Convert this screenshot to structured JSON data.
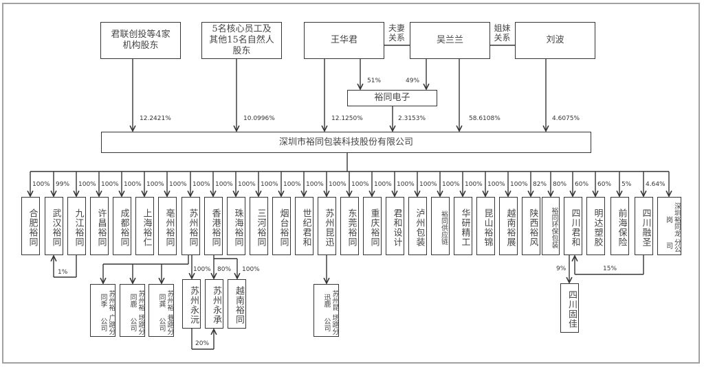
{
  "shareholders": [
    {
      "name": "君联创投等4家\n机构股东",
      "pct": "12.2421%"
    },
    {
      "name": "5名核心员工及\n其他15名自然人\n股东",
      "pct": "10.0996%"
    },
    {
      "name": "王华君",
      "pct": "12.1250%"
    },
    {
      "name": "吴兰兰",
      "pct": "58.6108%"
    },
    {
      "name": "刘波",
      "pct": "4.6075%"
    }
  ],
  "relations": [
    {
      "label": "夫妻\n关系",
      "between": [
        "王华君",
        "吴兰兰"
      ]
    },
    {
      "label": "姐妹\n关系",
      "between": [
        "吴兰兰",
        "刘波"
      ]
    }
  ],
  "intermediate": {
    "name": "裕同电子",
    "owners": [
      {
        "name": "王华君",
        "pct": "51%"
      },
      {
        "name": "吴兰兰",
        "pct": "49%"
      }
    ],
    "pct_to_main": "2.3153%"
  },
  "main_company": "深圳市裕同包装科技股份有限公司",
  "subsidiaries": [
    {
      "name": "合肥裕同",
      "pct": "100%"
    },
    {
      "name": "武汉裕同",
      "pct": "99%"
    },
    {
      "name": "九江裕同",
      "pct": "100%"
    },
    {
      "name": "许昌裕同",
      "pct": "100%"
    },
    {
      "name": "成都裕同",
      "pct": "100%"
    },
    {
      "name": "上海裕仁",
      "pct": "100%"
    },
    {
      "name": "亳州裕同",
      "pct": "100%"
    },
    {
      "name": "苏州裕同",
      "pct": "100%"
    },
    {
      "name": "香港裕同",
      "pct": "100%"
    },
    {
      "name": "珠海裕同",
      "pct": "100%"
    },
    {
      "name": "三河裕同",
      "pct": "100%"
    },
    {
      "name": "烟台裕同",
      "pct": "100%"
    },
    {
      "name": "世纪君和",
      "pct": "100%"
    },
    {
      "name": "苏州昆迅",
      "pct": "100%"
    },
    {
      "name": "东莞裕同",
      "pct": "100%"
    },
    {
      "name": "重庆裕同",
      "pct": "100%"
    },
    {
      "name": "君和设计",
      "pct": "100%"
    },
    {
      "name": "泸州包装",
      "pct": "100%"
    },
    {
      "name": "裕同供应链",
      "pct": "100%"
    },
    {
      "name": "华研精工",
      "pct": "100%"
    },
    {
      "name": "昆山裕锦",
      "pct": "100%"
    },
    {
      "name": "越南裕展",
      "pct": "100%"
    },
    {
      "name": "陕西裕风",
      "pct": "82%"
    },
    {
      "name": "裕同环保包装",
      "pct": "80%"
    },
    {
      "name": "四川君和",
      "pct": "60%"
    },
    {
      "name": "明达塑胶",
      "pct": "60%"
    },
    {
      "name": "前海保险",
      "pct": "5%"
    },
    {
      "name": "四川融圣",
      "pct": "4.64%"
    },
    {
      "name": "深圳裕同龙岗分公司",
      "pct": ""
    }
  ],
  "cross_holdings": [
    {
      "from": "九江裕同",
      "to": "武汉裕同",
      "pct": "1%"
    },
    {
      "from": "苏州永沅",
      "to": "苏州永承",
      "pct": "20%"
    },
    {
      "from": "四川融圣",
      "to": "四川君和",
      "pct": "15%"
    }
  ],
  "second_level": {
    "suzhou_branches": [
      "苏州裕同季广路分公司",
      "苏州裕同鹿场路分公司",
      "苏州裕同龚巷路分公司"
    ],
    "suzhou_yongyuan": {
      "name": "苏州永沅",
      "parent": "苏州裕同",
      "pct": "100%"
    },
    "suzhou_yongcheng": {
      "name": "苏州永承",
      "parent": "香港裕同",
      "pct": "80%"
    },
    "vietnam_yutong": {
      "name": "越南裕同",
      "parent": "香港裕同",
      "pct": "100%"
    },
    "kunxun_branch": {
      "name": "苏州昆迅鹿场路分公司",
      "parent": "苏州昆迅"
    },
    "sichuan_gujia": {
      "name": "四川固佳",
      "parent": "四川君和",
      "pct": "9%"
    }
  },
  "box_text": {
    "suzhou_branch_cols": [
      [
        "苏州裕同季",
        "广路分公司"
      ],
      [
        "苏州裕同鹿",
        "场路分公司"
      ],
      [
        "苏州裕同龚",
        "巷路分公司"
      ]
    ],
    "kunxun_branch_cols": [
      "苏州昆迅鹿",
      "场路分公司"
    ],
    "longgang_cols": [
      "深圳裕同龙岗",
      "分公司"
    ]
  }
}
